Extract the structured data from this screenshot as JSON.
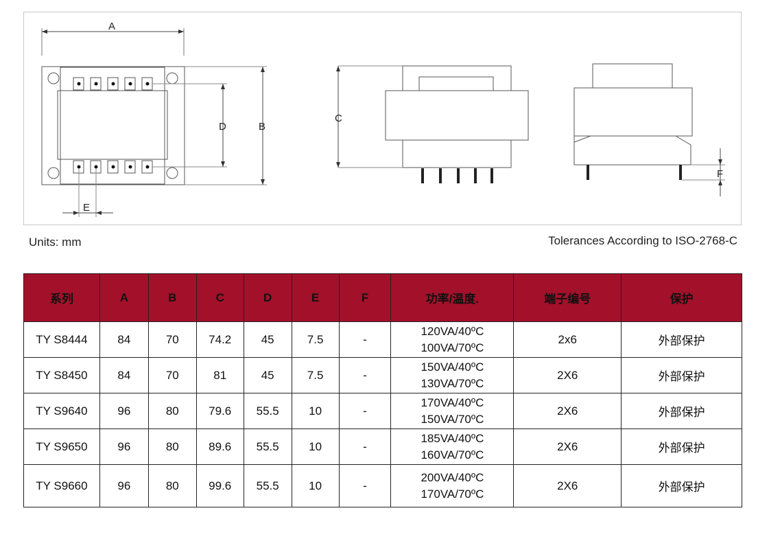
{
  "drawing": {
    "labels": {
      "a": "A",
      "b": "B",
      "c": "C",
      "d": "D",
      "e": "E",
      "f": "F"
    }
  },
  "notes": {
    "units": "Units: mm",
    "tolerance": "Tolerances According to ISO-2768-C"
  },
  "table": {
    "headers": [
      "系列",
      "A",
      "B",
      "C",
      "D",
      "E",
      "F",
      "功率/温度.",
      "端子编号",
      "保护"
    ],
    "rows": [
      {
        "series": "TY S8444",
        "a": "84",
        "b": "70",
        "c": "74.2",
        "d": "45",
        "e": "7.5",
        "f": "-",
        "power1": "120VA/40ºC",
        "power2": "100VA/70ºC",
        "terminals": "2x6",
        "protection": "外部保护"
      },
      {
        "series": "TY S8450",
        "a": "84",
        "b": "70",
        "c": "81",
        "d": "45",
        "e": "7.5",
        "f": "-",
        "power1": "150VA/40ºC",
        "power2": "130VA/70ºC",
        "terminals": "2X6",
        "protection": "外部保护"
      },
      {
        "series": "TY S9640",
        "a": "96",
        "b": "80",
        "c": "79.6",
        "d": "55.5",
        "e": "10",
        "f": "-",
        "power1": "170VA/40ºC",
        "power2": "150VA/70ºC",
        "terminals": "2X6",
        "protection": "外部保护"
      },
      {
        "series": "TY S9650",
        "a": "96",
        "b": "80",
        "c": "89.6",
        "d": "55.5",
        "e": "10",
        "f": "-",
        "power1": "185VA/40ºC",
        "power2": "160VA/70ºC",
        "terminals": "2X6",
        "protection": "外部保护"
      },
      {
        "series": "TY S9660",
        "a": "96",
        "b": "80",
        "c": "99.6",
        "d": "55.5",
        "e": "10",
        "f": "-",
        "power1": "200VA/40ºC",
        "power2": "170VA/70ºC",
        "terminals": "2X6",
        "protection": "外部保护"
      }
    ]
  },
  "colors": {
    "header_bg": "#a3102a",
    "border": "#222222"
  }
}
